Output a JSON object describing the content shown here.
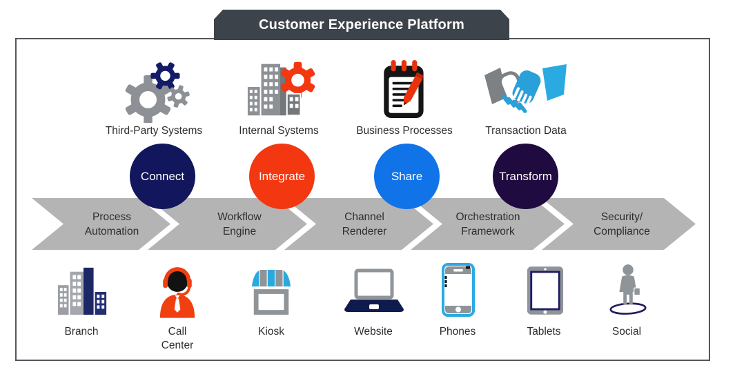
{
  "banner": {
    "title": "Customer Experience Platform"
  },
  "palette": {
    "banner_gray": "#3d434a",
    "navy": "#12165c",
    "red_orange": "#f33710",
    "bright_blue": "#1173e8",
    "dark_purple": "#200b40",
    "arrow_gray": "#b4b4b4",
    "icon_gray": "#8d9195",
    "cyan": "#29abe2",
    "text": "#2d2d2d"
  },
  "sources_row": {
    "items": [
      {
        "label": "Third-Party Systems",
        "icon": "gears-icon"
      },
      {
        "label": "Internal Systems",
        "icon": "building-gear-icon"
      },
      {
        "label": "Business Processes",
        "icon": "notepad-pencil-icon"
      },
      {
        "label": "Transaction Data",
        "icon": "handshake-icon"
      }
    ]
  },
  "pipeline": {
    "capabilities": [
      {
        "label": "Connect",
        "color": "#12165c"
      },
      {
        "label": "Integrate",
        "color": "#f33710"
      },
      {
        "label": "Share",
        "color": "#1173e8"
      },
      {
        "label": "Transform",
        "color": "#200b40"
      }
    ],
    "stages": [
      {
        "label": "Process\nAutomation"
      },
      {
        "label": "Workflow\nEngine"
      },
      {
        "label": "Channel\nRenderer"
      },
      {
        "label": "Orchestration\nFramework"
      },
      {
        "label": "Security/\nCompliance"
      }
    ]
  },
  "channels_row": {
    "items": [
      {
        "label": "Branch",
        "icon": "buildings-icon"
      },
      {
        "label": "Call\nCenter",
        "icon": "call-center-agent-icon"
      },
      {
        "label": "Kiosk",
        "icon": "storefront-icon"
      },
      {
        "label": "Website",
        "icon": "laptop-icon"
      },
      {
        "label": "Phones",
        "icon": "smartphone-icon"
      },
      {
        "label": "Tablets",
        "icon": "tablet-icon"
      },
      {
        "label": "Social",
        "icon": "person-icon"
      }
    ]
  }
}
